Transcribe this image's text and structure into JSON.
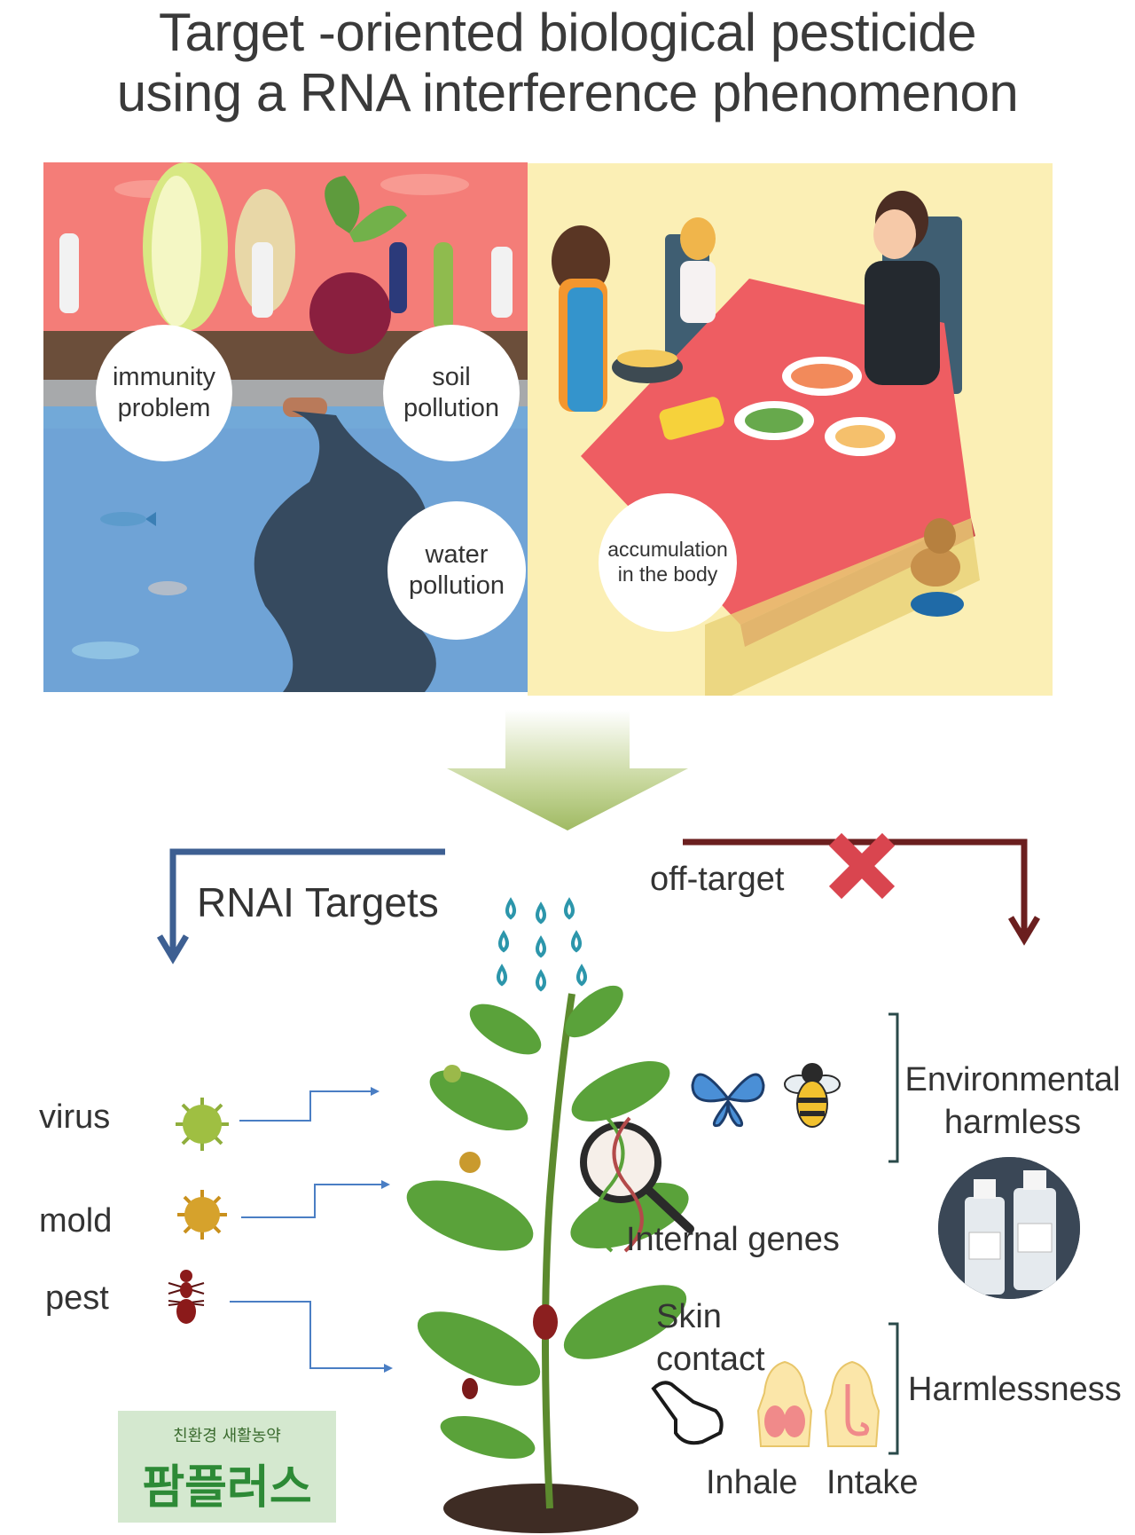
{
  "title": {
    "line1": "Target -oriented biological pesticide",
    "line2": "using a RNA interference phenomenon"
  },
  "problems": {
    "immunity": "immunity problem",
    "soil": "soil pollution",
    "water": "water pollution",
    "accumulation": "accumulation in the body"
  },
  "rnai_targets": "RNAI Targets",
  "off_target": "off-target",
  "targets": [
    "virus",
    "mold",
    "pest"
  ],
  "internal_genes": "Internal genes",
  "environmental": "Environmental harmless",
  "harmlessness": "Harmlessness",
  "skin_contact": "Skin contact",
  "inhale": "Inhale",
  "intake": "Intake",
  "logo": {
    "small": "친환경 새활농약",
    "big": "팜플러스"
  },
  "colors": {
    "blue_arrow": "#3d5f92",
    "red_arrow": "#6b1f1f",
    "green_arrow": "#a6c06a",
    "cross": "#d9454f",
    "drop": "#2c96ab"
  }
}
